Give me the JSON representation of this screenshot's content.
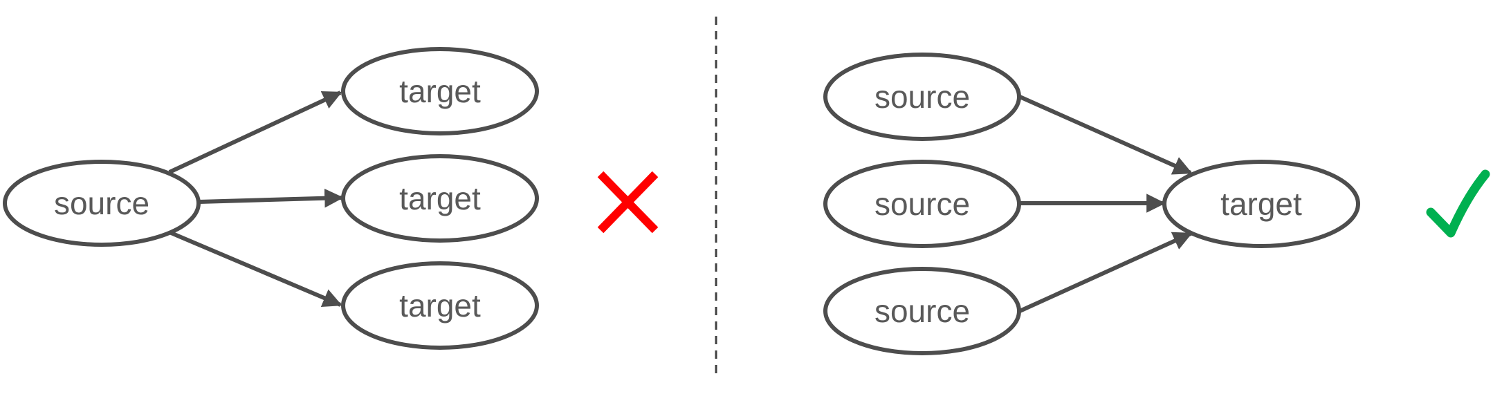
{
  "colors": {
    "node_stroke": "#4d4d4d",
    "label_text": "#595959",
    "cross": "#ff0000",
    "check": "#00b050"
  },
  "left_panel": {
    "source_label": "source",
    "target_labels": [
      "target",
      "target",
      "target"
    ],
    "verdict_icon": "cross-icon"
  },
  "right_panel": {
    "source_labels": [
      "source",
      "source",
      "source"
    ],
    "target_label": "target",
    "verdict_icon": "check-icon"
  }
}
